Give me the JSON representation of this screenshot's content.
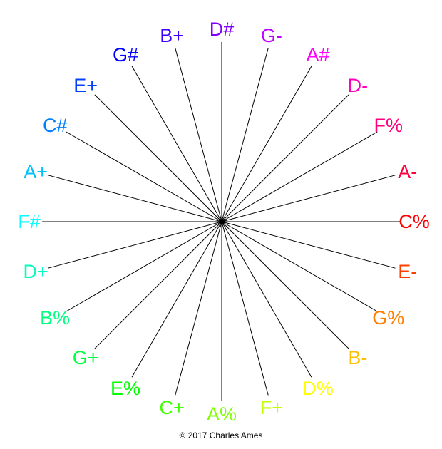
{
  "credit": "© 2017 Charles Ames",
  "pitches": [
    {
      "label": "D#",
      "color": "#7f00ff"
    },
    {
      "label": "G-",
      "color": "#bf00ff"
    },
    {
      "label": "A#",
      "color": "#ff00ff"
    },
    {
      "label": "D-",
      "color": "#ff00bf"
    },
    {
      "label": "F%",
      "color": "#ff007f"
    },
    {
      "label": "A-",
      "color": "#ff003f"
    },
    {
      "label": "C%",
      "color": "#ff0000"
    },
    {
      "label": "E-",
      "color": "#ff3f00"
    },
    {
      "label": "G%",
      "color": "#ff7f00"
    },
    {
      "label": "B-",
      "color": "#ffbf00"
    },
    {
      "label": "D%",
      "color": "#ffff00"
    },
    {
      "label": "F+",
      "color": "#bfff00"
    },
    {
      "label": "A%",
      "color": "#7fff00"
    },
    {
      "label": "C+",
      "color": "#3fff00"
    },
    {
      "label": "E%",
      "color": "#00ff00"
    },
    {
      "label": "G+",
      "color": "#00ff3f"
    },
    {
      "label": "B%",
      "color": "#00ff7f"
    },
    {
      "label": "D+",
      "color": "#00ffbf"
    },
    {
      "label": "F#",
      "color": "#00ffff"
    },
    {
      "label": "A+",
      "color": "#00bfff"
    },
    {
      "label": "C#",
      "color": "#007fff"
    },
    {
      "label": "E+",
      "color": "#003fff"
    },
    {
      "label": "G#",
      "color": "#0000ff"
    },
    {
      "label": "B+",
      "color": "#3f00ff"
    }
  ]
}
